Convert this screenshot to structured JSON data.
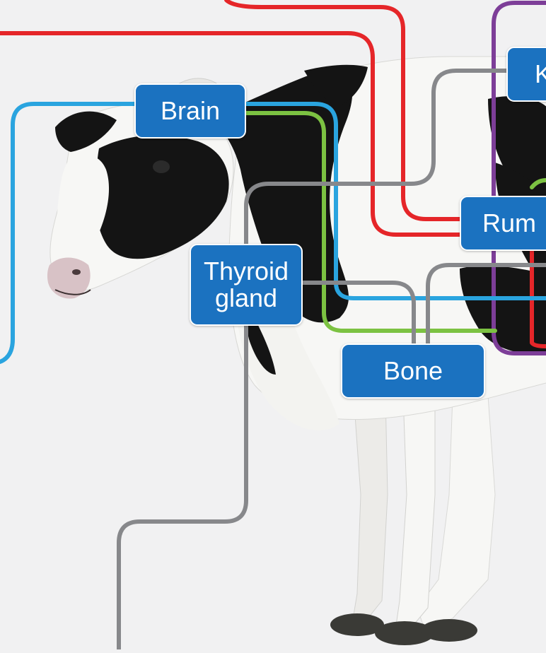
{
  "labels": {
    "brain": "Brain",
    "thyroid": "Thyroid\ngland",
    "bone": "Bone",
    "kidney": "K",
    "rumen": "Rum"
  },
  "colors": {
    "background": "#f1f1f2",
    "label_fill": "#1b72c0",
    "label_border": "#ffffff",
    "line_red": "#e52629",
    "line_blue": "#2aa4df",
    "line_green": "#7cc242",
    "line_gray": "#87888b",
    "line_purple": "#7d3e98",
    "cow_black": "#141414",
    "cow_white": "#f7f7f5"
  },
  "illustration": "holstein-cow"
}
